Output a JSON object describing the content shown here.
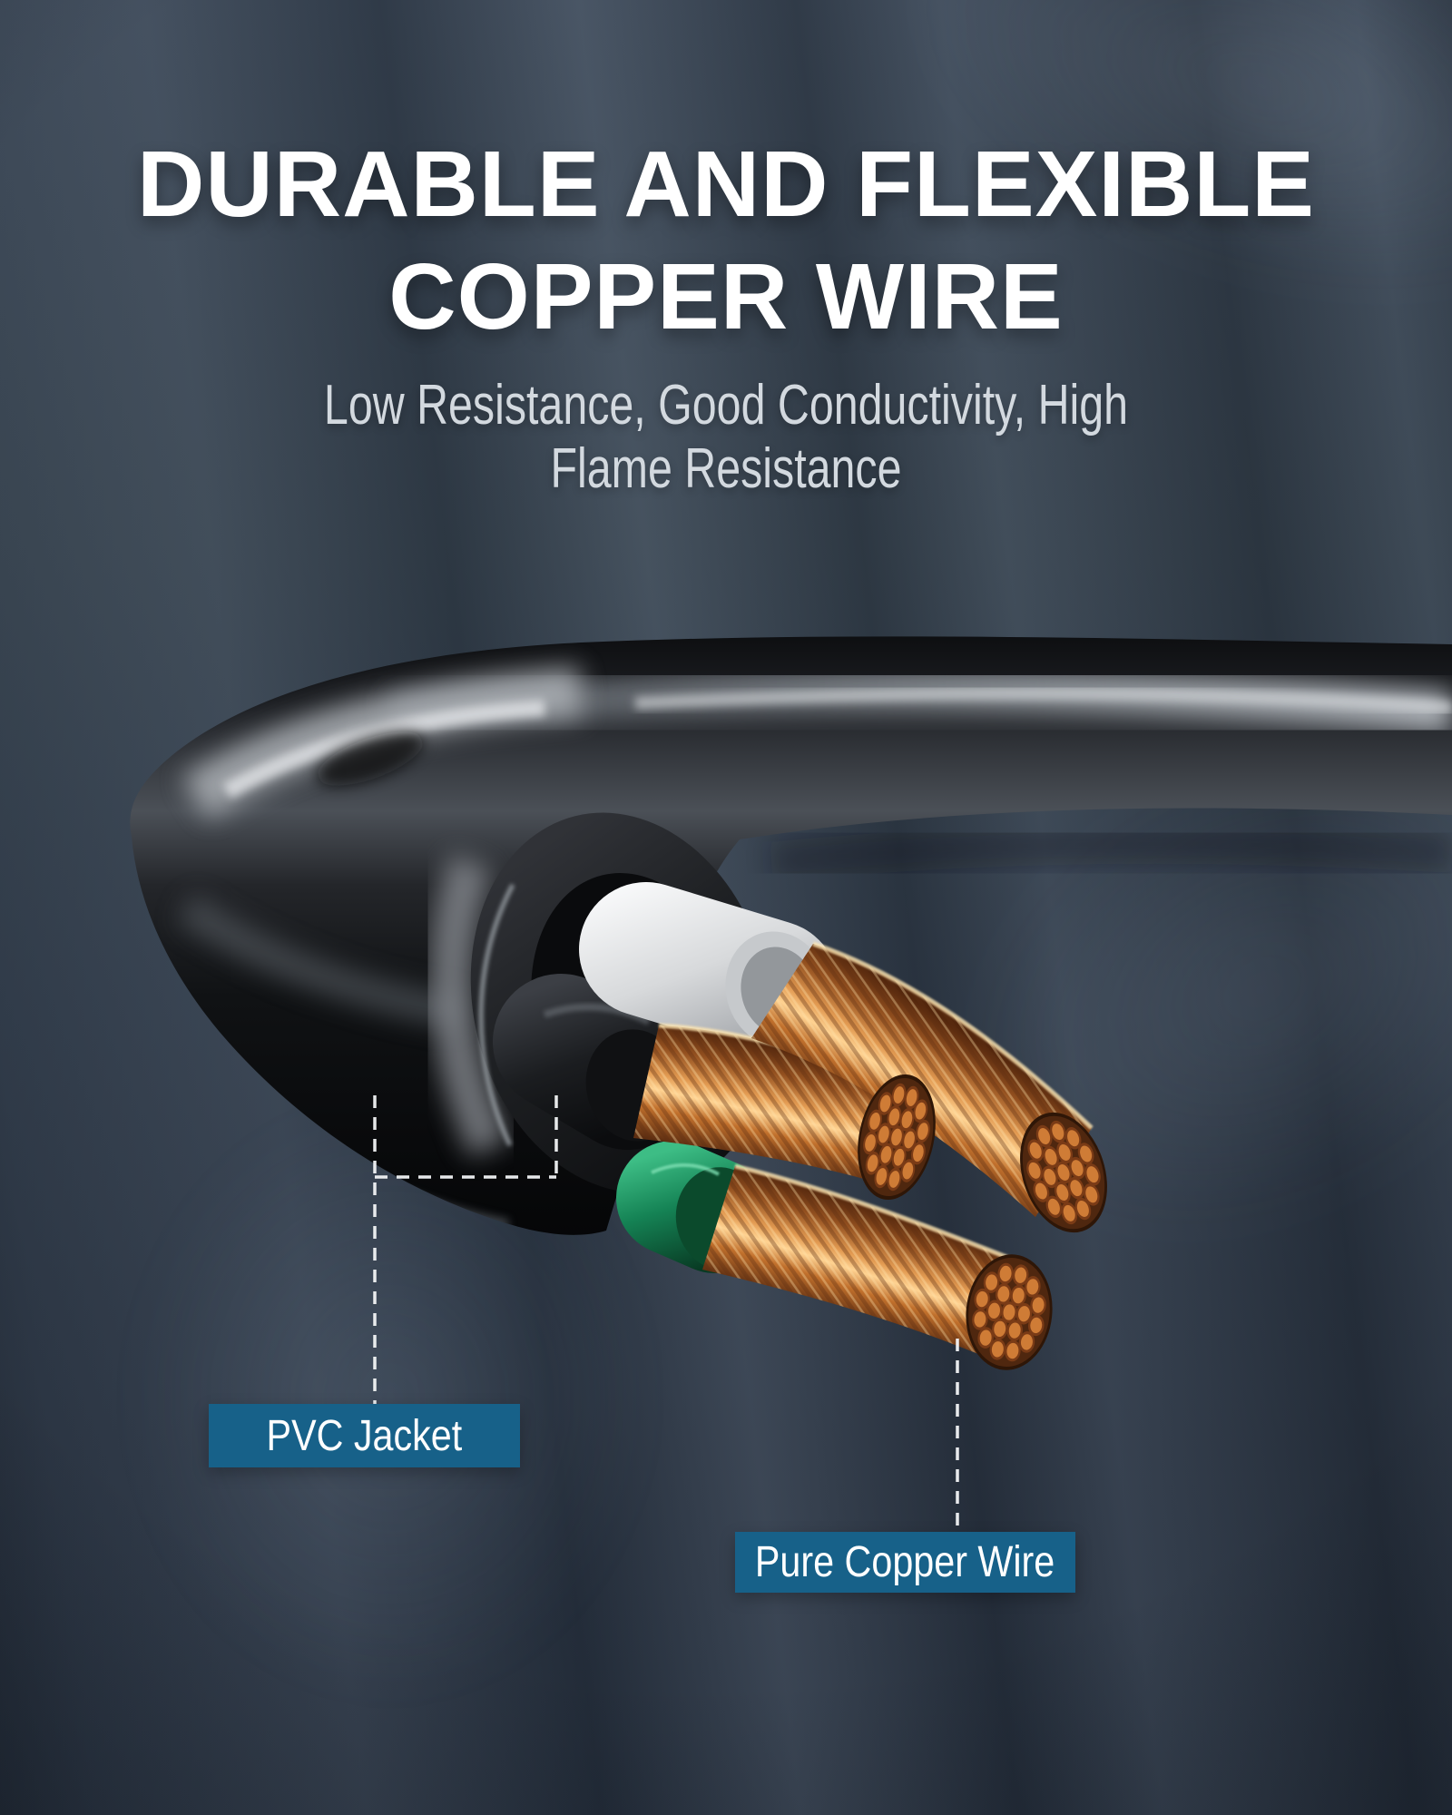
{
  "header": {
    "title_line1": "DURABLE AND FLEXIBLE",
    "title_line2": "COPPER WIRE",
    "subtitle_line1": "Low Resistance, Good Conductivity, High",
    "subtitle_line2": "Flame Resistance"
  },
  "callouts": {
    "pvc_jacket": "PVC Jacket",
    "pure_copper_wire": "Pure Copper Wire"
  },
  "colors": {
    "background_base": "#333f4e",
    "title_text": "#ffffff",
    "subtitle_text": "#d3d9df",
    "label_background": "#176189",
    "label_text": "#ffffff",
    "callout_line": "#f2f4f6",
    "cable_jacket_black": "#121316",
    "copper": "#cc8041",
    "insulation_white": "#e9eaec",
    "insulation_green": "#1d8a58"
  }
}
